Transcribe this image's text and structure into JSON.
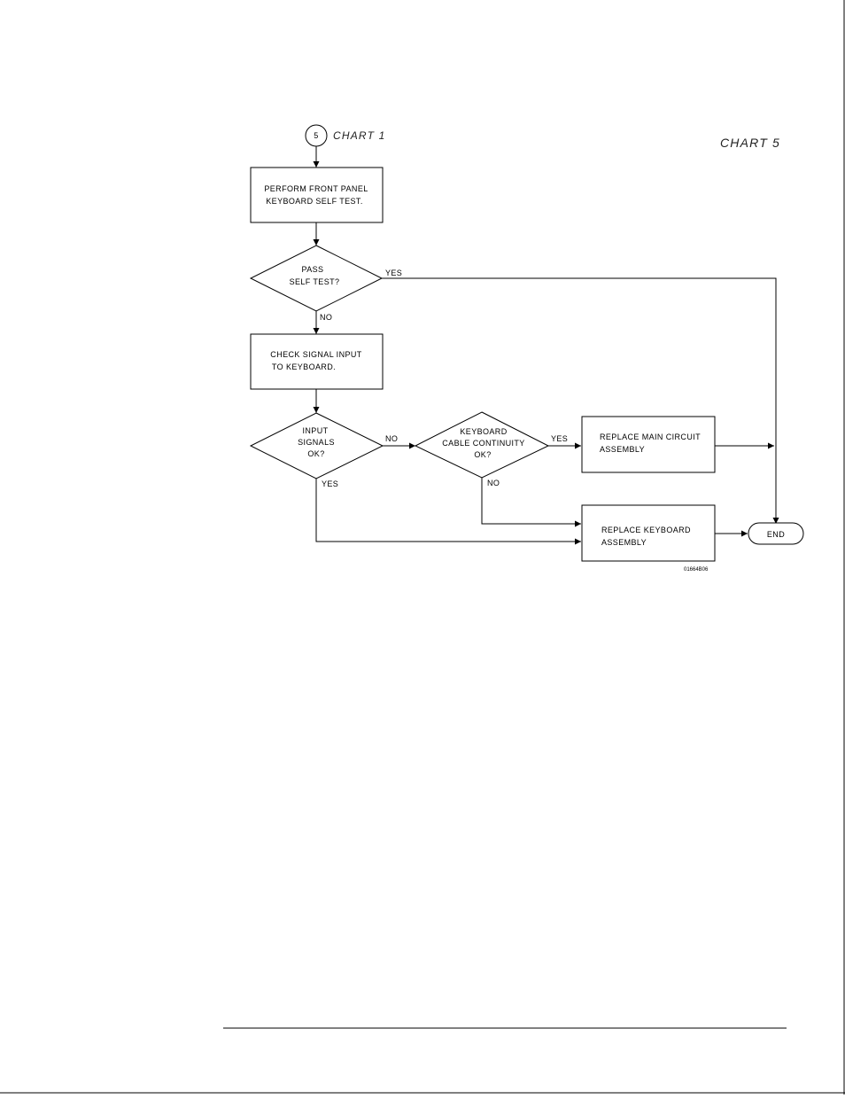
{
  "page_title": "CHART 5",
  "connector": {
    "number": "5",
    "label": "CHART 1"
  },
  "nodes": {
    "perform_test": [
      "PERFORM FRONT PANEL",
      "KEYBOARD SELF TEST."
    ],
    "pass_test": [
      "PASS",
      "SELF TEST?"
    ],
    "check_signal": [
      "CHECK SIGNAL INPUT",
      "TO KEYBOARD."
    ],
    "input_signals": [
      "INPUT",
      "SIGNALS",
      "OK?"
    ],
    "cable_continuity": [
      "KEYBOARD",
      "CABLE CONTINUITY",
      "OK?"
    ],
    "replace_main": [
      "REPLACE MAIN CIRCUIT",
      "ASSEMBLY"
    ],
    "replace_keyboard": [
      "REPLACE KEYBOARD",
      "ASSEMBLY"
    ],
    "end": "END"
  },
  "edge_labels": {
    "pass_yes": "YES",
    "pass_no": "NO",
    "input_no": "NO",
    "input_yes": "YES",
    "cable_yes": "YES",
    "cable_no": "NO"
  },
  "figure_id": "01664B06"
}
